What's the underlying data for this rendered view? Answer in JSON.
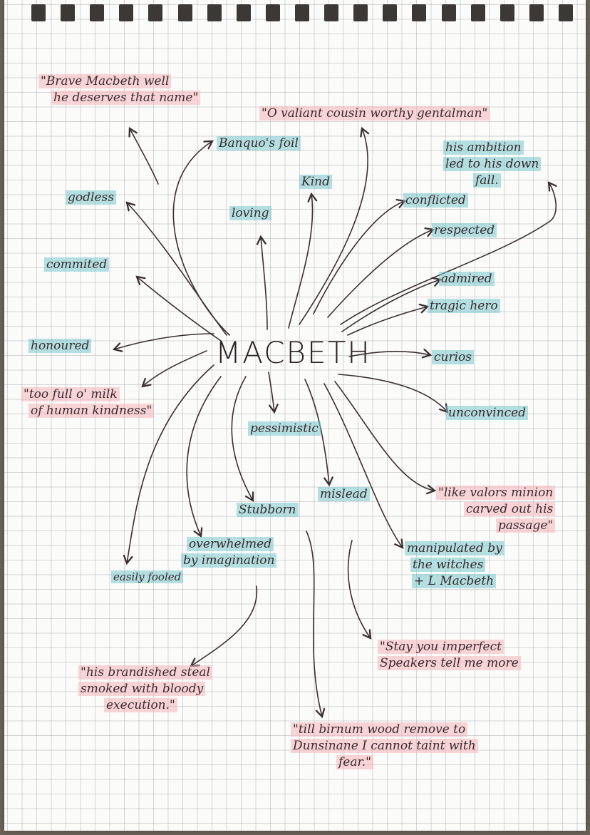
{
  "center": "MACBETH",
  "traits": {
    "banquos_foil": "Banquo's foil",
    "kind": "Kind",
    "loving": "loving",
    "godless": "godless",
    "commited": "commited",
    "honoured": "honoured",
    "conflicted": "conflicted",
    "respected": "respected",
    "admired": "admired",
    "tragic_hero": "tragic hero",
    "curios": "curios",
    "unconvinced": "unconvinced",
    "pessimistic": "pessimistic",
    "mislead": "mislead",
    "stubborn": "Stubborn",
    "easily_fooled": "easily fooled",
    "overwhelmed": [
      "overwhelmed",
      "by imagination"
    ],
    "ambition": [
      "his ambition",
      "led to his down",
      "fall."
    ],
    "manipulated": [
      "manipulated by",
      "the witches",
      "+ L Macbeth"
    ]
  },
  "quotes": {
    "brave": [
      "\"Brave Macbeth well",
      "he deserves that name\""
    ],
    "valiant": "\"O valiant cousin worthy gentalman\"",
    "milk": [
      "\"too full o' milk",
      "of human kindness\""
    ],
    "valors": [
      "\"like valors minion",
      "carved out his",
      "passage\""
    ],
    "brandished": [
      "\"his brandished steal",
      "smoked with bloody",
      "execution.\""
    ],
    "stay": [
      "\"Stay you imperfect",
      "Speakers tell me more"
    ],
    "birnum": [
      "\"till birnum wood remove to",
      "Dunsinane I cannot taint with",
      "fear.\""
    ]
  }
}
